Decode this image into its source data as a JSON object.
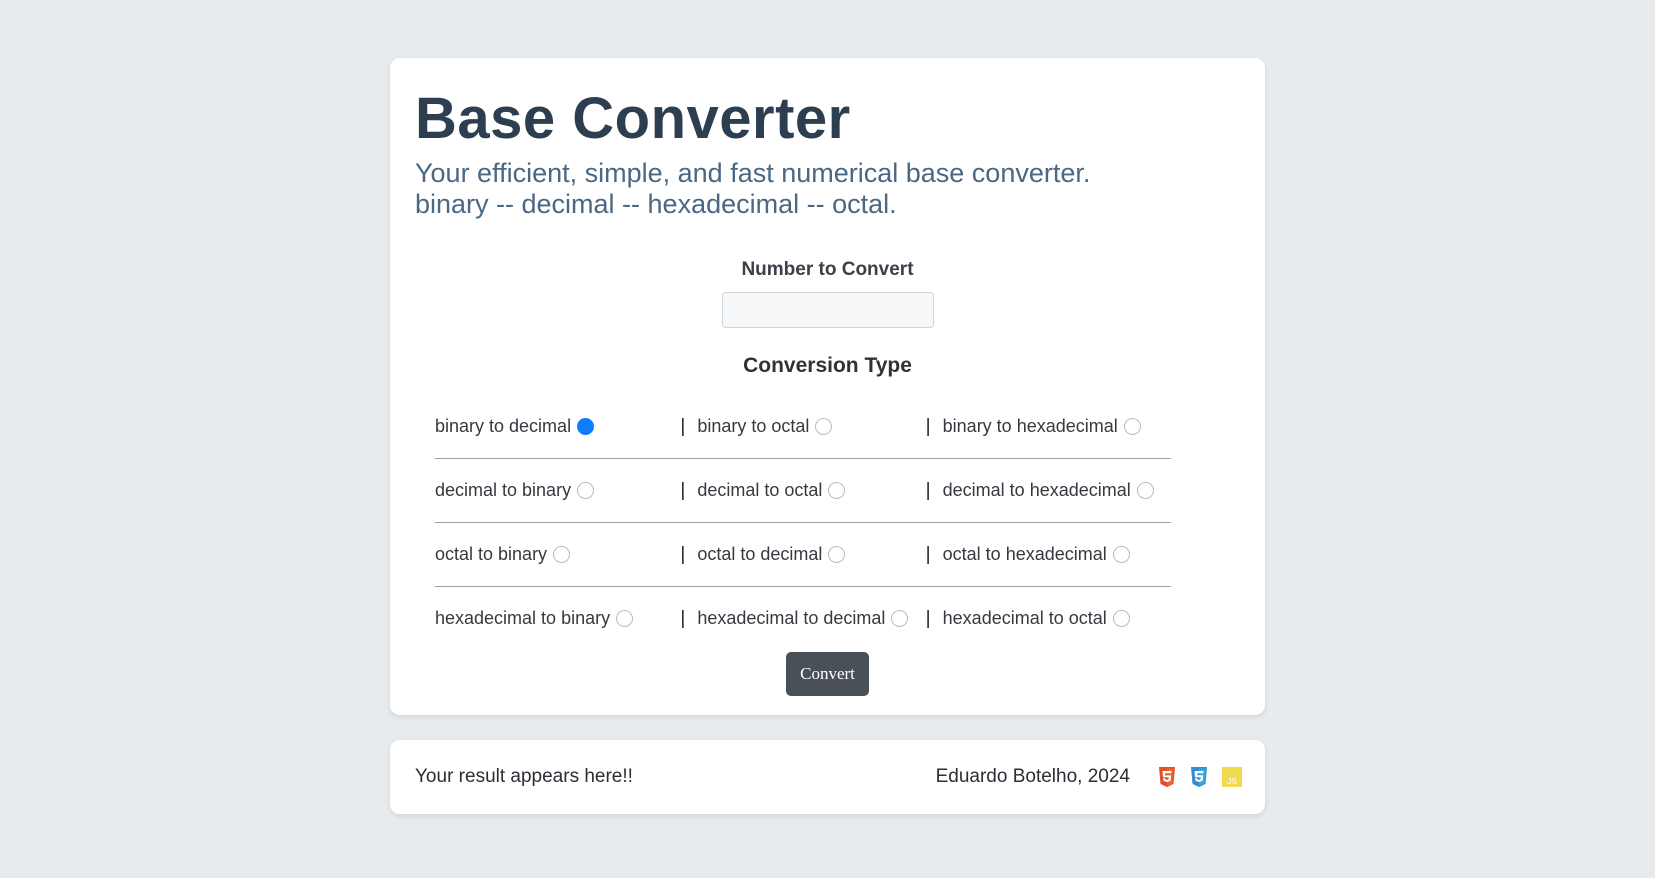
{
  "header": {
    "title": "Base Converter",
    "subtitle_line1": "Your efficient, simple, and fast numerical base converter.",
    "subtitle_line2": "binary -- decimal -- hexadecimal -- octal."
  },
  "input": {
    "label": "Number to Convert",
    "value": "",
    "placeholder": ""
  },
  "conversion": {
    "title": "Conversion Type",
    "separator": "|",
    "rows": [
      [
        {
          "label": "binary to decimal",
          "checked": true
        },
        {
          "label": "binary to octal",
          "checked": false
        },
        {
          "label": "binary to hexadecimal",
          "checked": false
        }
      ],
      [
        {
          "label": "decimal to binary",
          "checked": false
        },
        {
          "label": "decimal to octal",
          "checked": false
        },
        {
          "label": "decimal to hexadecimal",
          "checked": false
        }
      ],
      [
        {
          "label": "octal to binary",
          "checked": false
        },
        {
          "label": "octal to decimal",
          "checked": false
        },
        {
          "label": "octal to hexadecimal",
          "checked": false
        }
      ],
      [
        {
          "label": "hexadecimal to binary",
          "checked": false
        },
        {
          "label": "hexadecimal to decimal",
          "checked": false
        },
        {
          "label": "hexadecimal to octal",
          "checked": false
        }
      ]
    ]
  },
  "button": {
    "convert_label": "Convert"
  },
  "footer": {
    "result_text": "Your result appears here!!",
    "credit": "Eduardo Botelho, 2024",
    "icons": [
      {
        "name": "html5-icon",
        "color": "#e34f26"
      },
      {
        "name": "css3-icon",
        "color": "#2f8fd1"
      },
      {
        "name": "javascript-icon",
        "color": "#f0db4f",
        "text": "JS"
      }
    ]
  },
  "colors": {
    "background": "#e8ebee",
    "title": "#2c3e50",
    "subtitle": "#4a6784",
    "radio_checked": "#0d7dfd",
    "button": "#495057"
  }
}
